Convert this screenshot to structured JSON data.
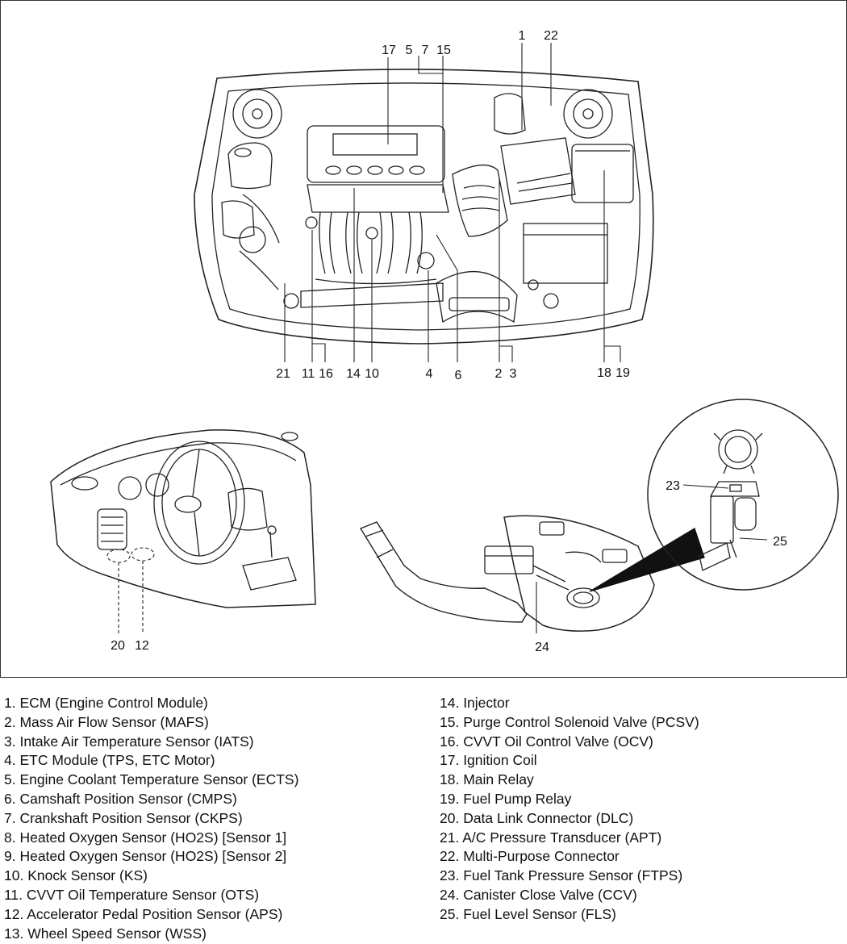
{
  "callouts": {
    "c1": "1",
    "c2": "2",
    "c3": "3",
    "c4": "4",
    "c5": "5",
    "c6": "6",
    "c7": "7",
    "c10": "10",
    "c11": "11",
    "c12": "12",
    "c14": "14",
    "c15": "15",
    "c16": "16",
    "c17": "17",
    "c18": "18",
    "c19": "19",
    "c20": "20",
    "c21": "21",
    "c22": "22",
    "c23": "23",
    "c24": "24",
    "c25": "25"
  },
  "legend": {
    "left": [
      "1. ECM (Engine Control Module)",
      "2. Mass Air Flow Sensor (MAFS)",
      "3. Intake Air Temperature Sensor (IATS)",
      "4. ETC Module (TPS, ETC Motor)",
      "5. Engine Coolant Temperature Sensor (ECTS)",
      "6. Camshaft Position Sensor (CMPS)",
      "7. Crankshaft Position Sensor (CKPS)",
      "8. Heated Oxygen Sensor (HO2S) [Sensor 1]",
      "9. Heated Oxygen Sensor (HO2S) [Sensor 2]",
      "10. Knock Sensor (KS)",
      "11. CVVT Oil Temperature Sensor (OTS)",
      "12. Accelerator Pedal Position Sensor (APS)",
      "13. Wheel Speed Sensor (WSS)"
    ],
    "right": [
      "14. Injector",
      "15. Purge Control Solenoid Valve (PCSV)",
      "16. CVVT Oil Control Valve (OCV)",
      "17. Ignition Coil",
      "18. Main Relay",
      "19. Fuel Pump Relay",
      "20. Data Link Connector (DLC)",
      "21. A/C Pressure Transducer (APT)",
      "22. Multi-Purpose Connector",
      "23. Fuel Tank Pressure Sensor (FTPS)",
      "24. Canister Close Valve (CCV)",
      "25. Fuel Level Sensor (FLS)"
    ]
  }
}
